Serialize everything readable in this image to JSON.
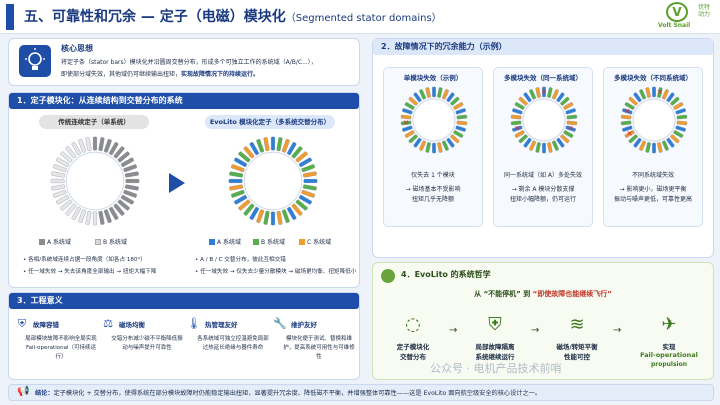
{
  "header": {
    "title": "五、可靠性和冗余 — 定子（电磁）模块化",
    "title_en": "（Segmented stator domains）",
    "logo_mark": "V",
    "logo_name": "Volt Snail",
    "logo_cn": "伏特动力"
  },
  "core": {
    "heading": "核心思想",
    "line1": "将定子条（stator bars）模块化并沿圆周交替分布，形成多个可独立工作的系统域（A/B/C...），",
    "line2_prefix": "即使部分域失效，其他域仍可继续输出扭矩，",
    "line2_bold": "实现故障情况下的持续运行。"
  },
  "section1": {
    "title": "1．定子模块化：从连续结构到交替分布的系统",
    "left_pill": "传统连续定子（单系统）",
    "right_pill": "EvoLito 模块化定子（多系统交替分布）",
    "left_legend": [
      {
        "label": "A 系统域",
        "color": "#8c8c8c"
      },
      {
        "label": "B 系统域",
        "color": "#d9d9d9"
      }
    ],
    "right_legend": [
      {
        "label": "A 系统域",
        "color": "#2f7fd8"
      },
      {
        "label": "B 系统域",
        "color": "#55b04a"
      },
      {
        "label": "C 系统域",
        "color": "#f29b2e"
      }
    ],
    "left_notes": [
      "• 各相/系统域连续占据一段角度（如各占 180°）",
      "• 任一域失效 → 失去该角度全部输出 → 扭矩大幅下降"
    ],
    "right_notes": [
      "• A / B / C 交替分布，彼此互相交错",
      "• 任一域失效 → 仅失去少量分散模块 → 磁场更均衡、扭矩降低小"
    ]
  },
  "section2": {
    "title": "2．故障情况下的冗余能力（示例）",
    "cards": [
      {
        "title": "单模块失效（示例）",
        "l1": "仅失去 1 个模块",
        "l2": "→ 磁场基本不受影响",
        "l3": "扭矩几乎无降额"
      },
      {
        "title": "多模块失效（同一系统域）",
        "l1": "同一系统域（如 A）多处失效",
        "l2": "→ 剩余 A 模块分散支撑",
        "l3": "扭矩小幅降额，仍可运行"
      },
      {
        "title": "多模块失效（不同系统域）",
        "l1": "不同系统域失效",
        "l2": "→ 影响更小，磁场更平衡",
        "l3": "振动与噪声更低，可靠性更高"
      }
    ]
  },
  "section3": {
    "title": "3．工程意义",
    "items": [
      {
        "icon": "shield",
        "title": "故障容错",
        "desc": "局部模块故障不影响全局实现 Fail-operational（可持续运行）"
      },
      {
        "icon": "scale",
        "title": "磁场均衡",
        "desc": "交错分布减少磁不平衡降低振动与噪声提升可靠性"
      },
      {
        "icon": "thermo",
        "title": "热管理友好",
        "desc": "各系统域可独立控温避免局部过热延长绝缘与器件寿命"
      },
      {
        "icon": "wrench",
        "title": "维护友好",
        "desc": "模块化便于测试、替换和维护，提高系统可用性与可维修性"
      }
    ]
  },
  "section4": {
    "title": "4．EvoLito 的系统哲学",
    "quote_pre": "从 “不能停机” 到 ",
    "quote_post": "“即使故障也能继续飞行”",
    "steps": [
      {
        "s1": "定子模块化",
        "s2": "交替分布"
      },
      {
        "s1": "局部故障隔离",
        "s2": "系统继续运行"
      },
      {
        "s1": "磁场/转矩平衡",
        "s2": "性能可控"
      },
      {
        "s1": "实现",
        "s2": "Fail-operational"
      }
    ],
    "tail": "propulsion"
  },
  "conclusion": {
    "label": "结论：",
    "text": "定子模块化 + 交替分布，使得系统在部分模块故障时仍能稳定输出扭矩，显著提升冗余度、降低磁不平衡，并增强整体可靠性——这是 EvoLito 面向航空级安全的核心设计之一。"
  },
  "watermark": "公众号 · 电机产品技术前哨"
}
